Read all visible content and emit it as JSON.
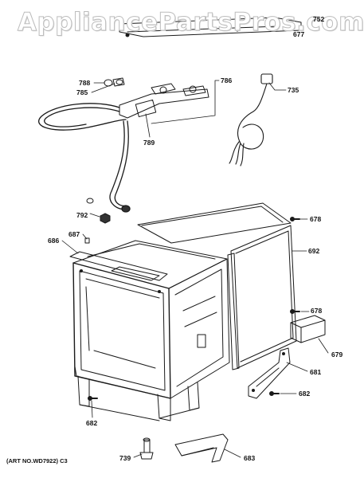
{
  "watermark": "AppliancePartsPros.com",
  "art_number": "(ART NO.WD7922) C3",
  "callouts": {
    "p788": "788",
    "p785": "785",
    "p786": "786",
    "p735": "735",
    "p789": "789",
    "p792": "792",
    "p678a": "678",
    "p687": "687",
    "p686": "686",
    "p692": "692",
    "p678b": "678",
    "p679": "679",
    "p681": "681",
    "p682a": "682",
    "p682b": "682",
    "p739": "739",
    "p683": "683",
    "p752": "752",
    "p677": "677"
  }
}
